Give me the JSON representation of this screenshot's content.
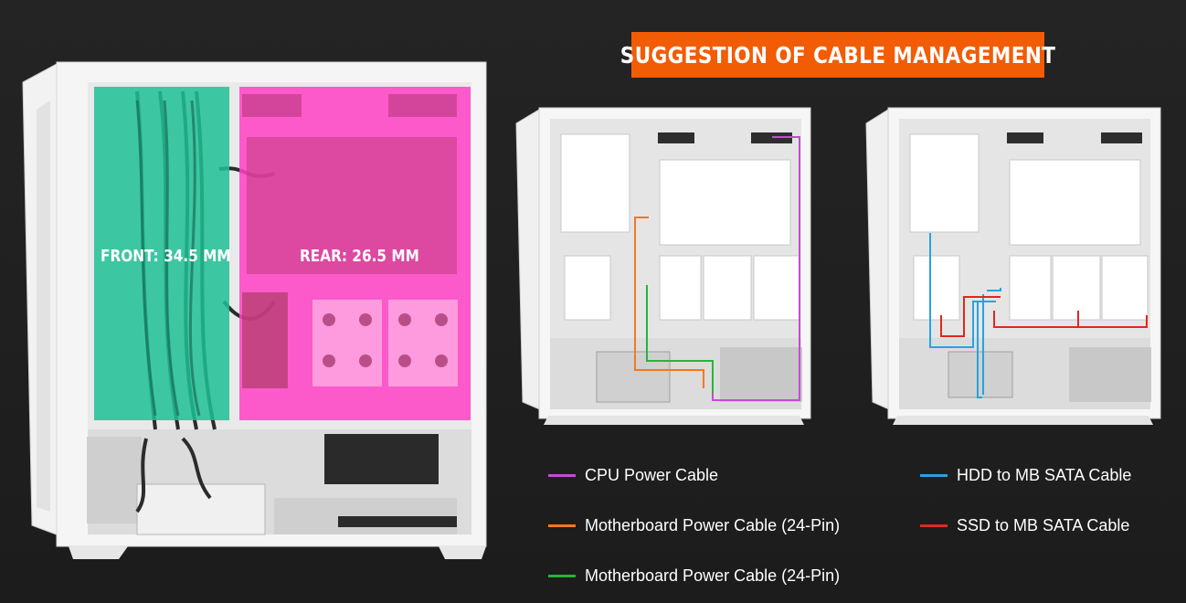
{
  "banner": {
    "title": "SUGGESTION OF CABLE MANAGEMENT"
  },
  "zones": {
    "front": {
      "label": "FRONT: 34.5 MM",
      "color": "#1fbf95"
    },
    "rear": {
      "label": "REAR: 26.5 MM",
      "color": "#ff3fc5"
    }
  },
  "legend": [
    {
      "label": "CPU Power Cable",
      "color": "#c64bd6"
    },
    {
      "label": "Motherboard Power Cable (24-Pin)",
      "color": "#f07a22"
    },
    {
      "label": "Motherboard Power Cable (24-Pin)",
      "color": "#2bb23a"
    },
    {
      "label": "HDD to MB SATA Cable",
      "color": "#27a3e0"
    },
    {
      "label": "SSD to MB SATA Cable",
      "color": "#e0281e"
    }
  ]
}
